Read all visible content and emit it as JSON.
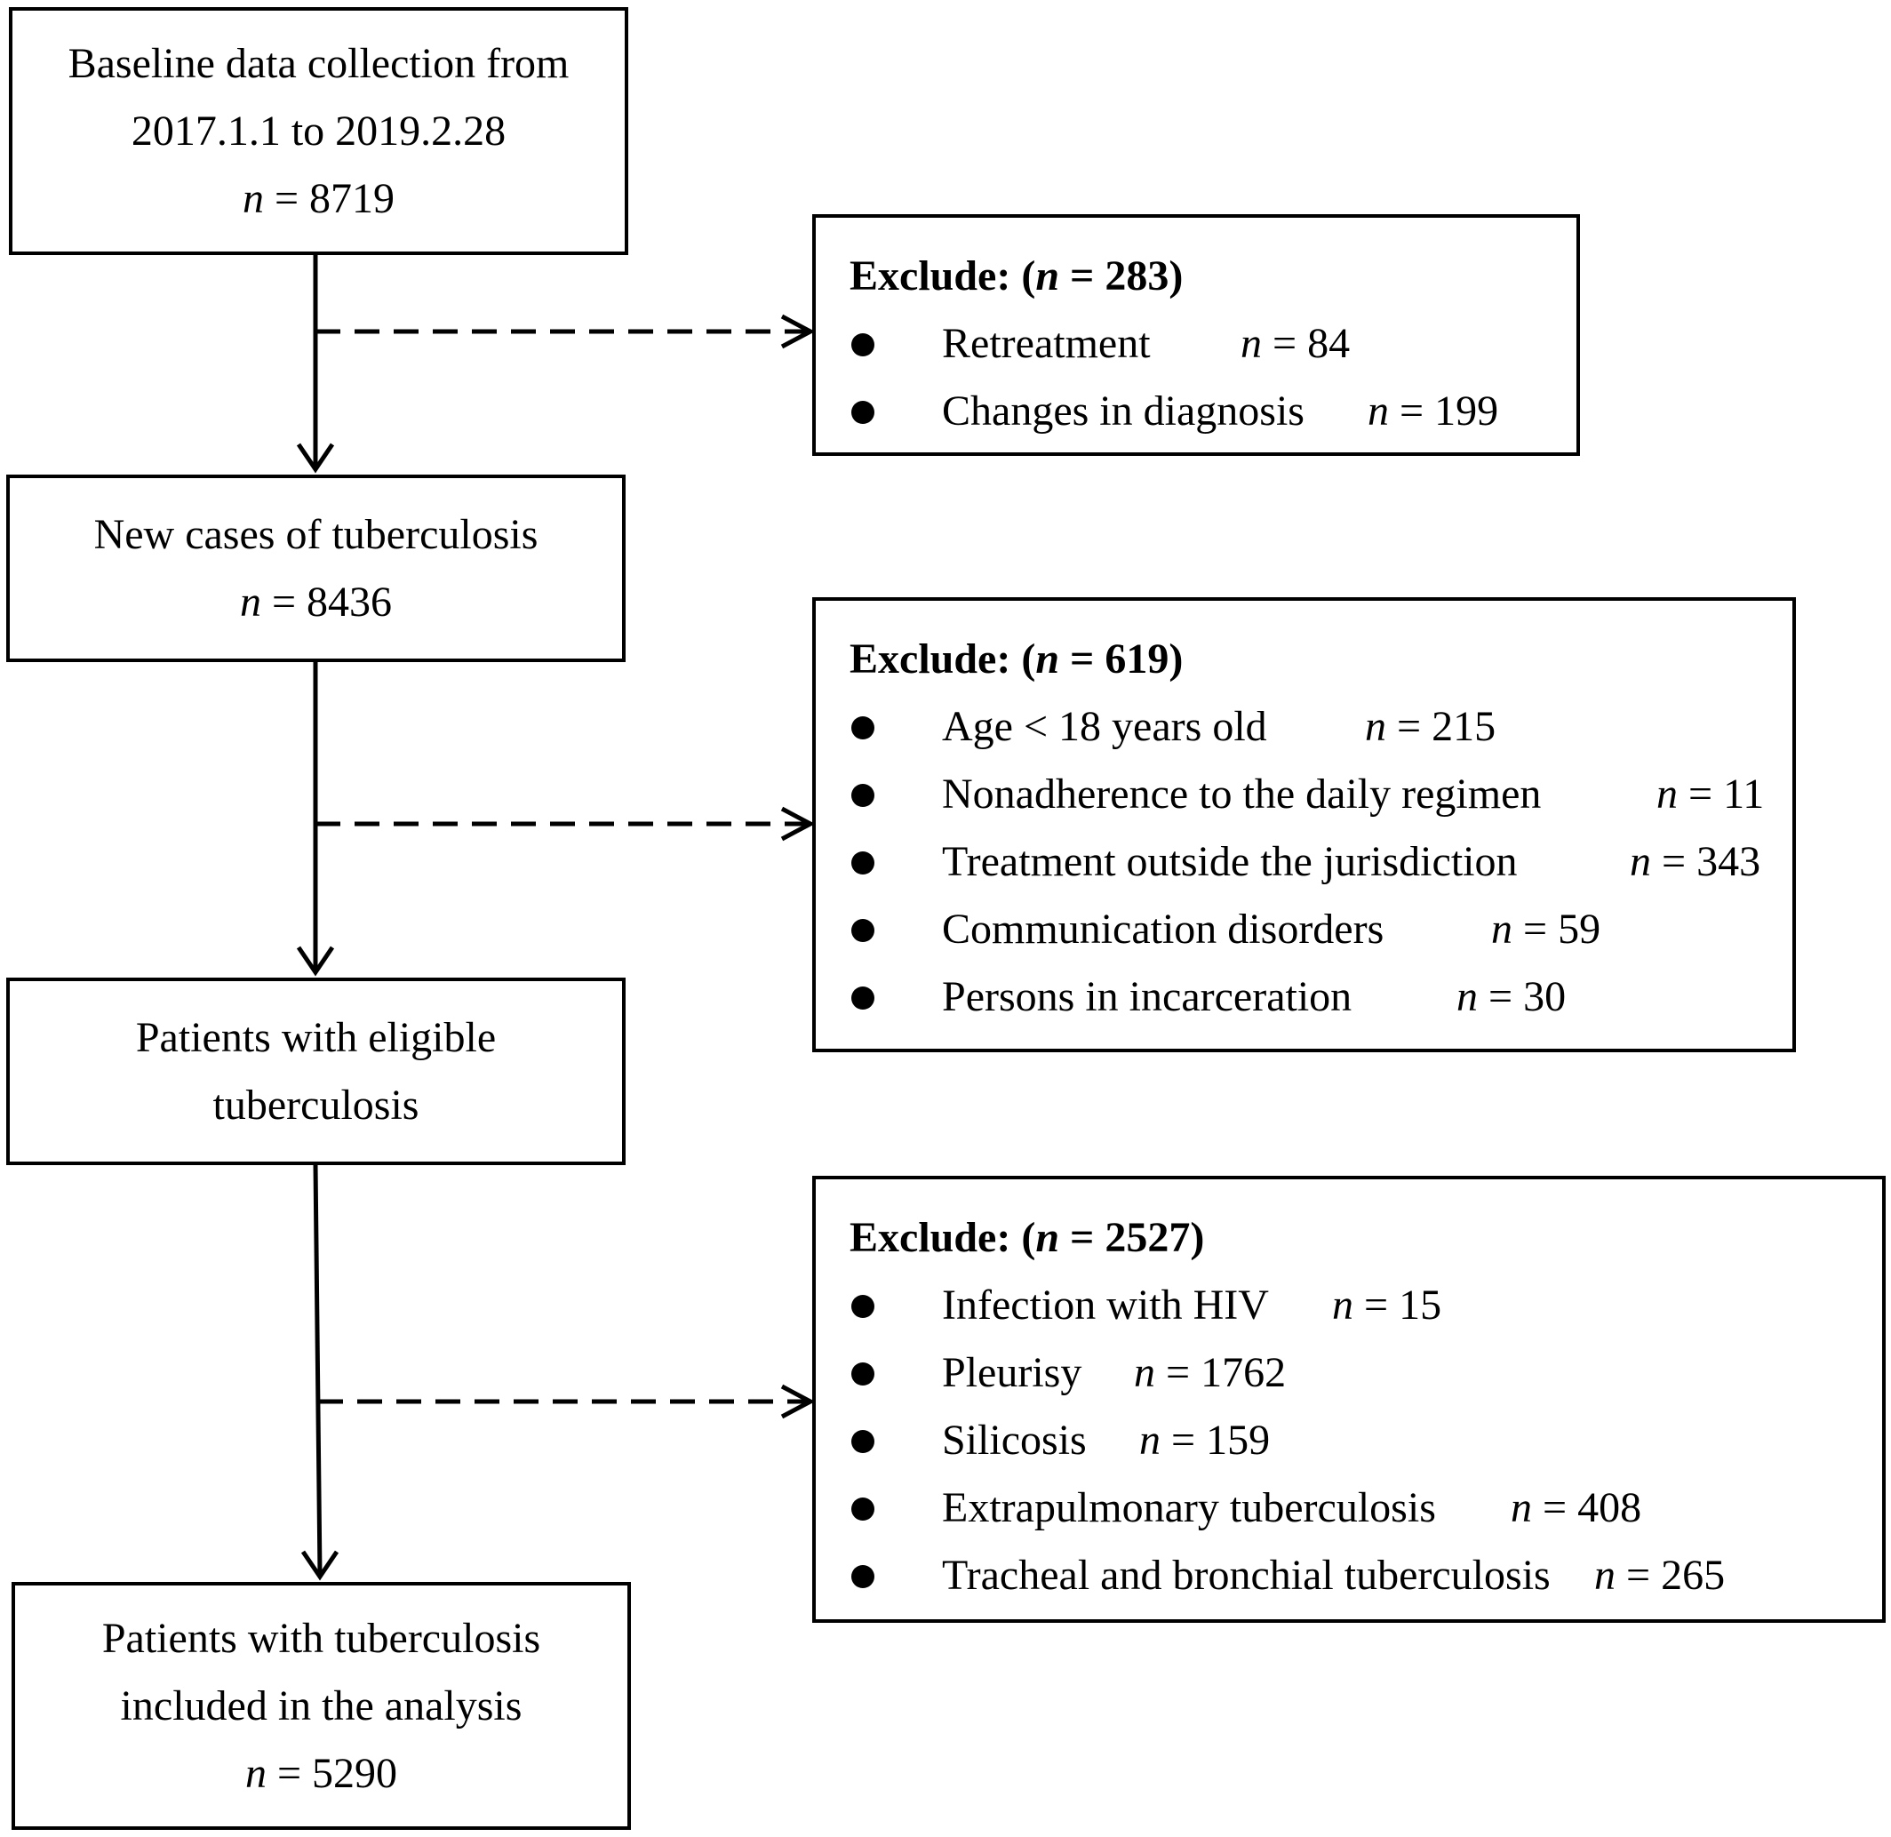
{
  "main_steps": [
    {
      "lines": [
        "Baseline data collection from",
        "2017.1.1 to 2019.2.28"
      ],
      "n": "8719"
    },
    {
      "lines": [
        "New cases of tuberculosis"
      ],
      "n": "8436"
    },
    {
      "lines": [
        "Patients with eligible",
        "tuberculosis"
      ],
      "n": null
    },
    {
      "lines": [
        "Patients with tuberculosis",
        "included in the analysis"
      ],
      "n": "5290"
    }
  ],
  "n_symbol": "n",
  "eq": " = ",
  "exclusions": [
    {
      "title_prefix": "Exclude: (",
      "title_n": "283",
      "title_suffix": ")",
      "items": [
        {
          "label": "Retreatment",
          "n": "84"
        },
        {
          "label": "Changes in diagnosis",
          "n": "199"
        }
      ]
    },
    {
      "title_prefix": "Exclude: (",
      "title_n": "619",
      "title_suffix": ")",
      "items": [
        {
          "label": "Age < 18 years old",
          "n": "215"
        },
        {
          "label": "Nonadherence to the daily regimen",
          "n": "11"
        },
        {
          "label": "Treatment outside the jurisdiction",
          "n": "343"
        },
        {
          "label": "Communication disorders",
          "n": "59"
        },
        {
          "label": "Persons in incarceration",
          "n": "30"
        }
      ]
    },
    {
      "title_prefix": "Exclude: (",
      "title_n": "2527",
      "title_suffix": ")",
      "items": [
        {
          "label": "Infection with HIV",
          "n": "15"
        },
        {
          "label": "Pleurisy",
          "n": "1762"
        },
        {
          "label": "Silicosis",
          "n": "159"
        },
        {
          "label": "Extrapulmonary tuberculosis",
          "n": "408"
        },
        {
          "label": "Tracheal and bronchial tuberculosis",
          "n": "265"
        }
      ]
    }
  ]
}
